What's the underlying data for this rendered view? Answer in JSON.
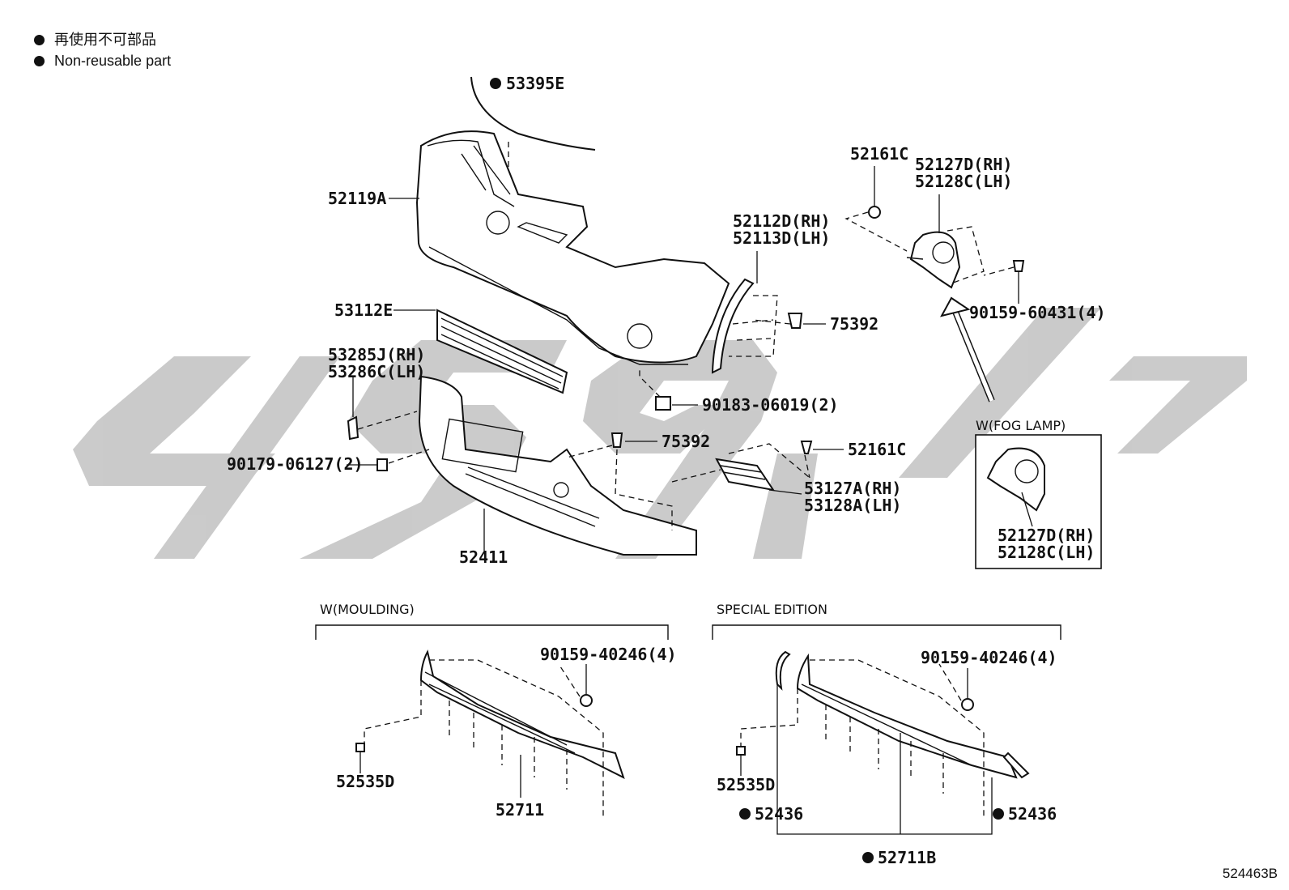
{
  "legend": {
    "items": [
      "再使用不可部品",
      "Non-reusable part"
    ]
  },
  "watermark": {
    "color": "#c8c8c8"
  },
  "labels": {
    "p53395E": "53395E",
    "p52119A": "52119A",
    "p53112E": "53112E",
    "p53285J": "53285J(RH)",
    "p53286C": "53286C(LH)",
    "p90179": "90179-06127(2)",
    "p52411": "52411",
    "p75392a": "75392",
    "p75392b": "75392",
    "p52161Ca": "52161C",
    "p52161Cb": "52161C",
    "p52112D": "52112D(RH)",
    "p52113D": "52113D(LH)",
    "p52127D_a": "52127D(RH)",
    "p52128C_a": "52128C(LH)",
    "p90159_60431": "90159-60431(4)",
    "p90183": "90183-06019(2)",
    "p53127A": "53127A(RH)",
    "p53128A": "53128A(LH)",
    "p52127D_b": "52127D(RH)",
    "p52128C_b": "52128C(LH)",
    "p90159_40246_a": "90159-40246(4)",
    "p52535D_a": "52535D",
    "p52711": "52711",
    "p90159_40246_b": "90159-40246(4)",
    "p52535D_b": "52535D",
    "p52436_a": "52436",
    "p52436_b": "52436",
    "p52711B": "52711B"
  },
  "sections": {
    "fog_lamp": "W(FOG LAMP)",
    "moulding": "W(MOULDING)",
    "special": "SPECIAL EDITION"
  },
  "diagram_code": "524463B"
}
